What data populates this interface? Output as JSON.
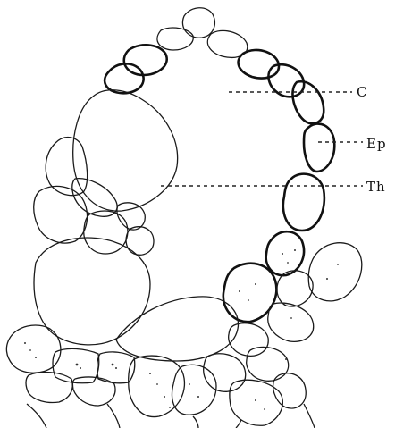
{
  "labels": {
    "c": "C",
    "ep": "Ep",
    "th": "Th"
  }
}
